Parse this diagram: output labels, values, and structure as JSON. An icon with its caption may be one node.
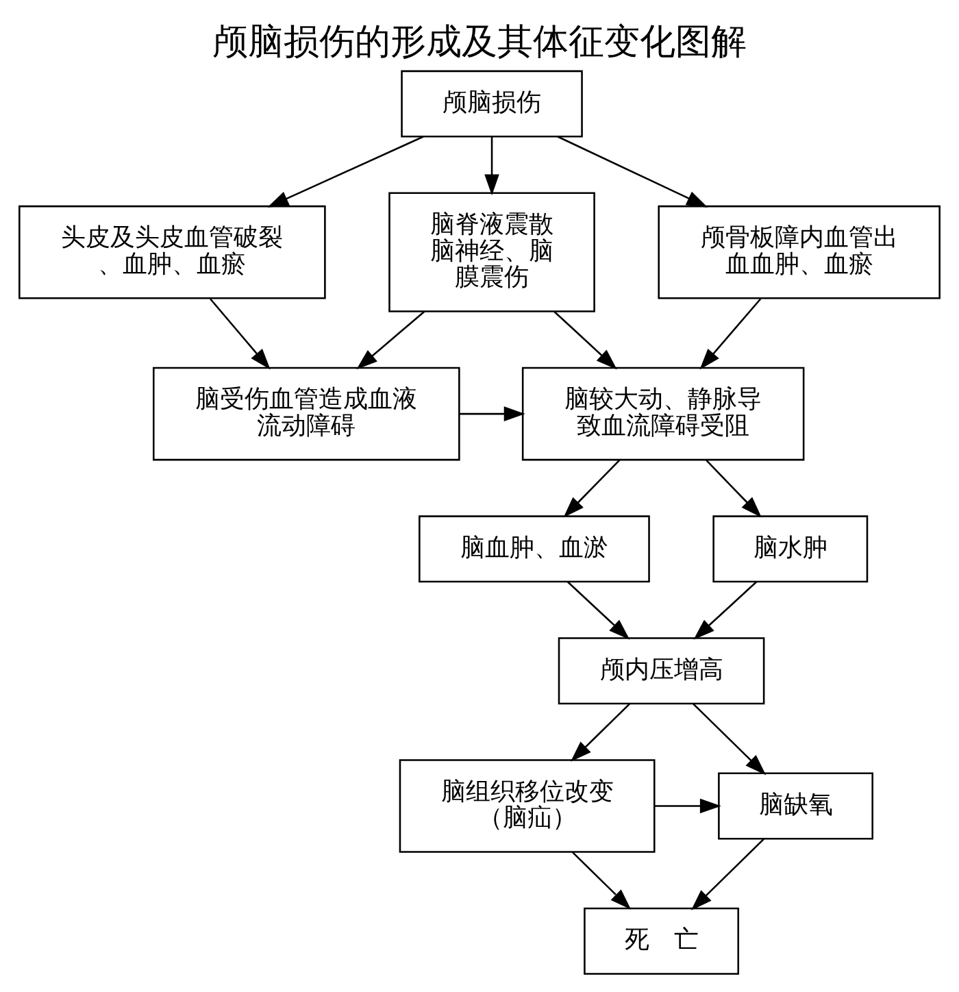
{
  "diagram": {
    "title": "颅脑损伤的形成及其体征变化图解",
    "nodes": [
      {
        "text": [
          "颅脑损伤"
        ]
      },
      {
        "text": [
          "头皮及头皮血管破裂、血肿、血瘀"
        ]
      },
      {
        "text": [
          "脑脊液震散脑神经、脑膜震伤"
        ]
      },
      {
        "text": [
          "颅骨板障内血管出血血肿、血瘀"
        ]
      },
      {
        "text": [
          "脑受伤血管造成血液流动障碍"
        ]
      },
      {
        "text": [
          "脑较大动、静脉导致血流障碍受阻"
        ]
      },
      {
        "text": [
          "脑血肿、血淤"
        ]
      },
      {
        "text": [
          "脑水肿"
        ]
      },
      {
        "text": [
          "颅内压增高"
        ]
      },
      {
        "text": [
          "脑组织移位改变（脑疝）"
        ]
      },
      {
        "text": [
          "脑缺氧"
        ]
      },
      {
        "text": [
          "死　亡"
        ]
      }
    ],
    "edges": [
      {
        "from": 0,
        "to": 1,
        "arrow": "to"
      },
      {
        "from": 0,
        "to": 2,
        "arrow": "to"
      },
      {
        "from": 0,
        "to": 3,
        "arrow": "to"
      },
      {
        "from": 1,
        "to": 4,
        "arrow": "to"
      },
      {
        "from": 2,
        "to": 4,
        "arrow": "to"
      },
      {
        "from": 2,
        "to": 5,
        "arrow": "to"
      },
      {
        "from": 3,
        "to": 5,
        "arrow": "to"
      },
      {
        "from": 4,
        "to": 5,
        "arrow": "to"
      },
      {
        "from": 5,
        "to": 6,
        "arrow": "to"
      },
      {
        "from": 5,
        "to": 7,
        "arrow": "to"
      },
      {
        "from": 6,
        "to": 8,
        "arrow": "to"
      },
      {
        "from": 7,
        "to": 8,
        "arrow": "to"
      },
      {
        "from": 8,
        "to": 9,
        "arrow": "to"
      },
      {
        "from": 8,
        "to": 10,
        "arrow": "to"
      },
      {
        "from": 9,
        "to": 10,
        "arrow": "to"
      },
      {
        "from": 9,
        "to": 11,
        "arrow": "to"
      },
      {
        "from": 10,
        "to": 11,
        "arrow": "to"
      }
    ]
  }
}
